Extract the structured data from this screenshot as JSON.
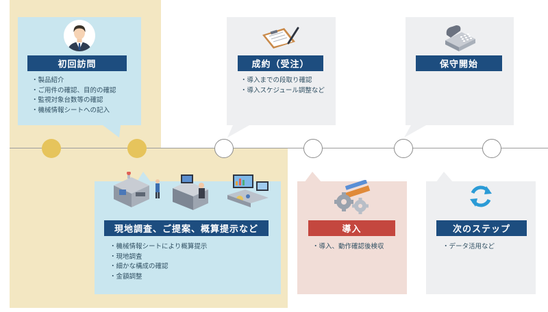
{
  "colors": {
    "band": "#f3e7c2",
    "card_blue": "#c9e6ef",
    "card_gray": "#eeeff1",
    "card_pink": "#f1ddd7",
    "title_navy": "#1d4d7f",
    "title_red": "#c4473f",
    "dot_filled": "#e6c45c"
  },
  "steps": [
    {
      "title": "初回訪問",
      "icon": "businessman-icon",
      "items": [
        "製品紹介",
        "ご用件の確認、目的の確認",
        "監視対象台数等の確認",
        "機械情報シートへの記入"
      ]
    },
    {
      "title": "現地調査、ご提案、概算提示など",
      "icon": "factory-survey-illustration",
      "items": [
        "機械情報シートにより概算提示",
        "現地調査",
        "細かな構成の確認",
        "金額調整"
      ]
    },
    {
      "title": "成約（受注）",
      "icon": "clipboard-pen-icon",
      "items": [
        "導入までの段取り確認",
        "導入スケジュール調整など"
      ]
    },
    {
      "title": "導入",
      "icon": "gears-icon",
      "items": [
        "導入、動作確認後検収"
      ]
    },
    {
      "title": "保守開始",
      "icon": "telephone-icon",
      "items": []
    },
    {
      "title": "次のステップ",
      "icon": "refresh-icon",
      "items": [
        "データ活用など"
      ]
    }
  ],
  "timeline": {
    "dots": [
      "filled",
      "filled",
      "empty",
      "empty",
      "empty",
      "empty"
    ]
  }
}
